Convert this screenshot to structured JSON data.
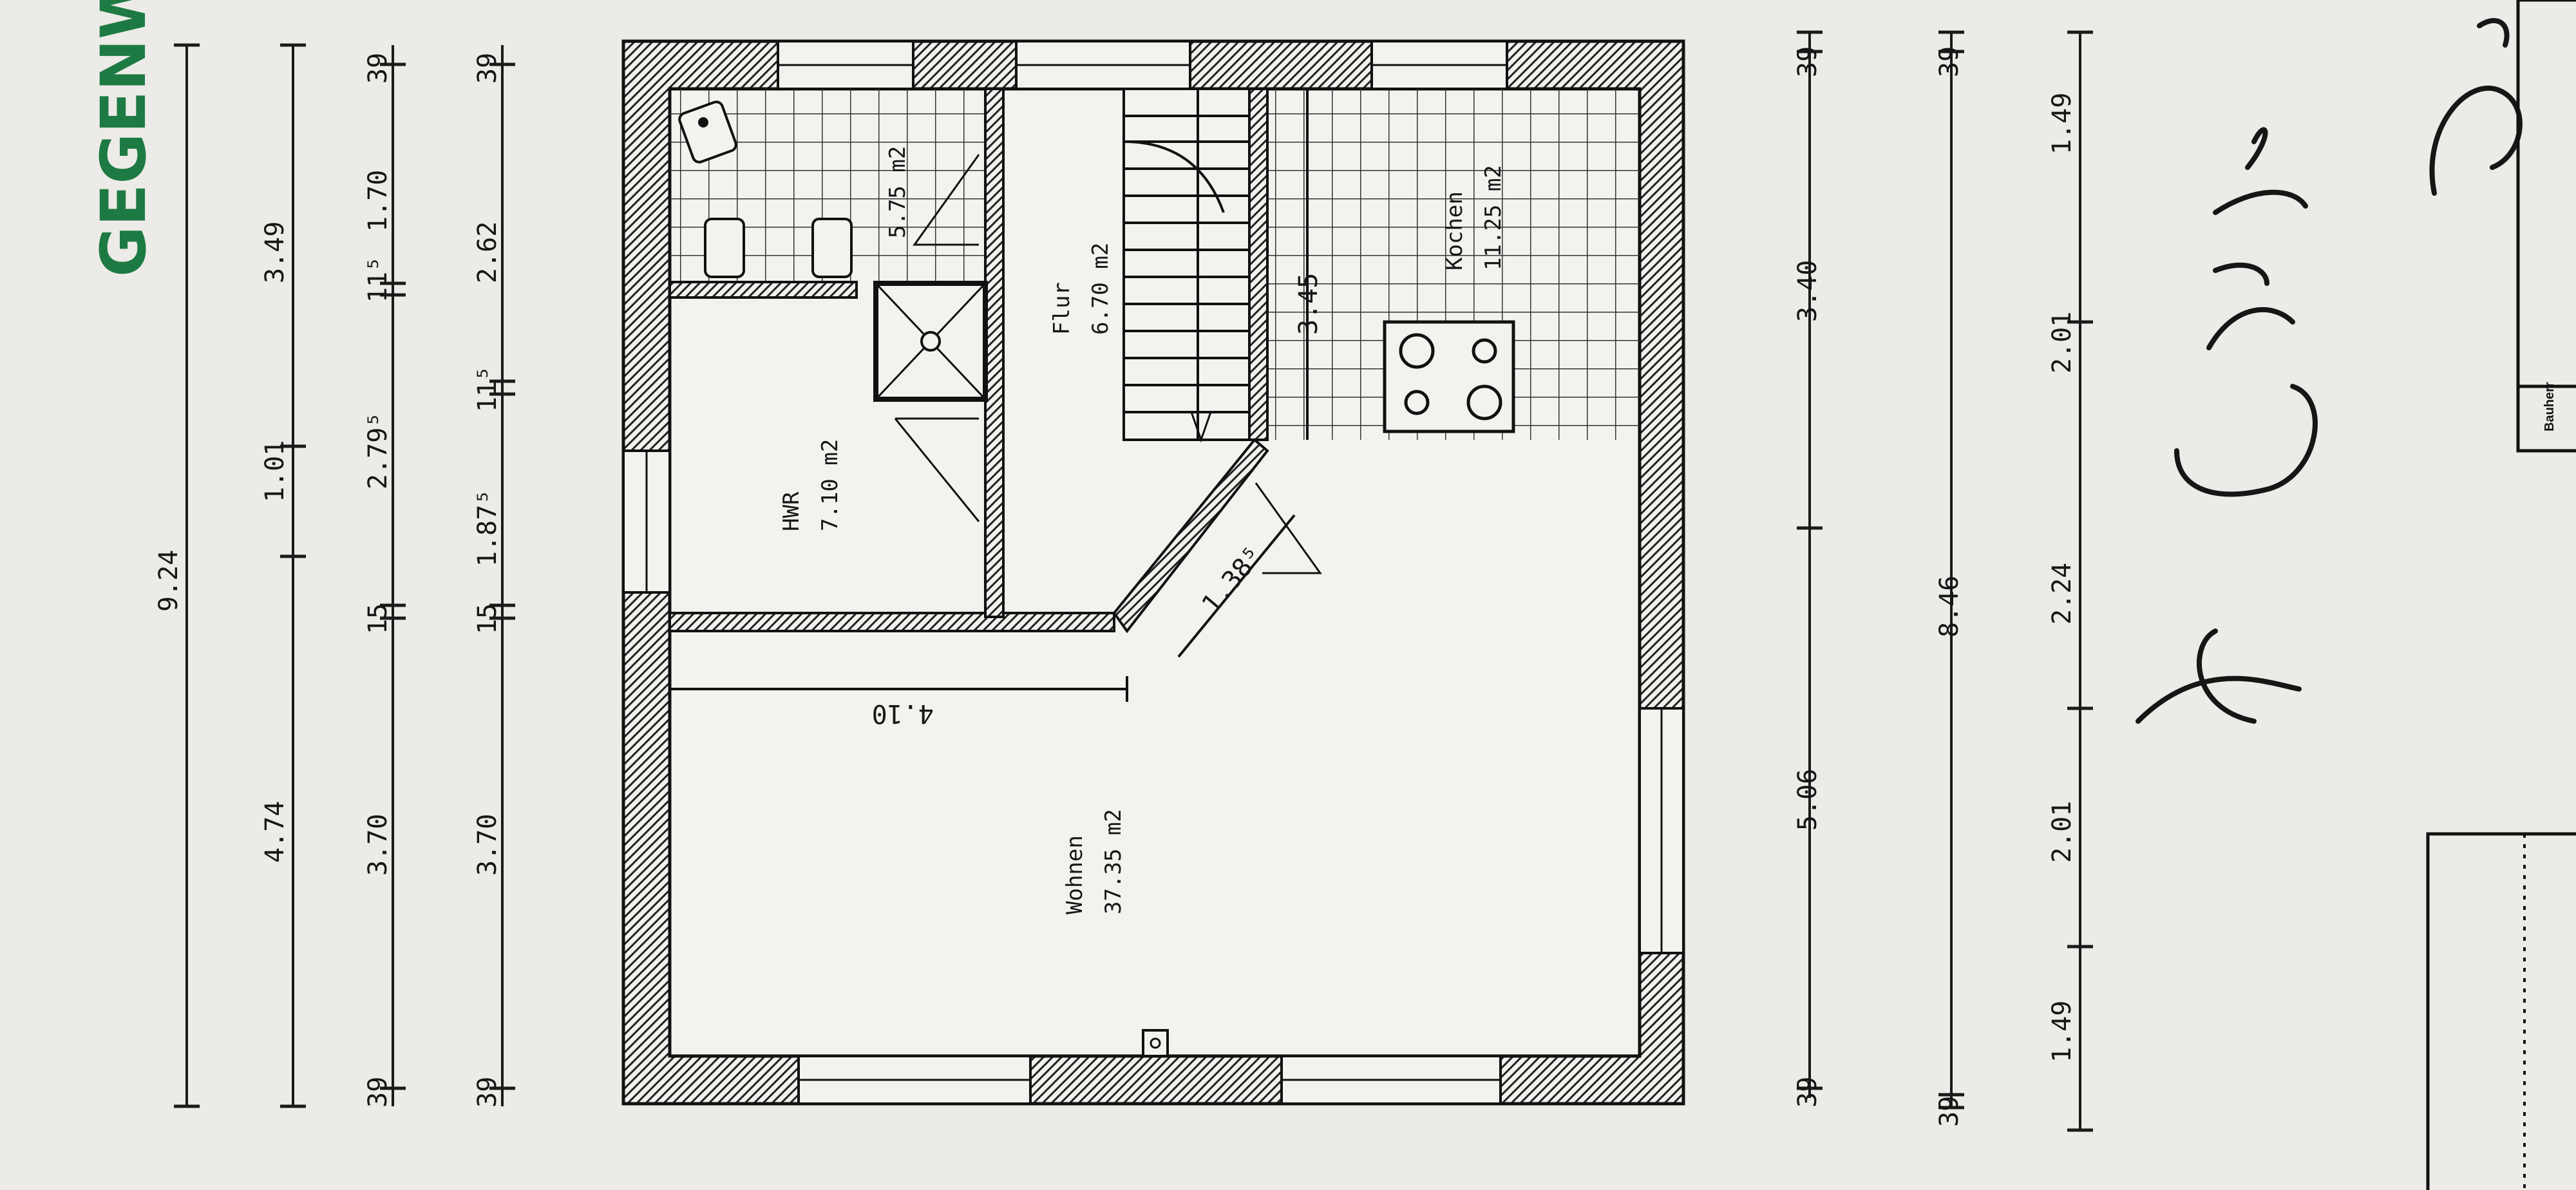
{
  "header_handwriting": "GEGENWART",
  "plan": {
    "rooms": [
      {
        "name": "Wohnen",
        "area": "37.35 m2"
      },
      {
        "name": "HWR",
        "area": "7.10 m2"
      },
      {
        "name": "Flur",
        "area": "6.70 m2"
      },
      {
        "name": "Kochen",
        "area": "11.25 m2"
      },
      {
        "name": "",
        "area": "5.75 m2"
      }
    ],
    "inner_dims": {
      "wohnen_width": "4.10",
      "stair_diag": "1.38⁵",
      "kitchen": "3.45"
    }
  },
  "dims_top": {
    "chain1": {
      "total": "9.24"
    },
    "chain2": [
      "4.74",
      "1.01",
      "3.49"
    ],
    "chain3": [
      "39",
      "3.70",
      "15",
      "2.79⁵",
      "11⁵",
      "1.70",
      "39"
    ],
    "chain4": [
      "39",
      "3.70",
      "15",
      "1.87⁵",
      "11⁵",
      "2.62",
      "39"
    ]
  },
  "dims_bottom": {
    "chain1": [
      "39",
      "5.06",
      "3.40",
      "39"
    ],
    "chain2": [
      "39",
      "8.46",
      "39"
    ],
    "chain3": [
      "1.49",
      "2.01",
      "2.24",
      "2.01",
      "1.49"
    ]
  },
  "title_block": {
    "label": "Bauherr"
  },
  "signature": "Frank"
}
